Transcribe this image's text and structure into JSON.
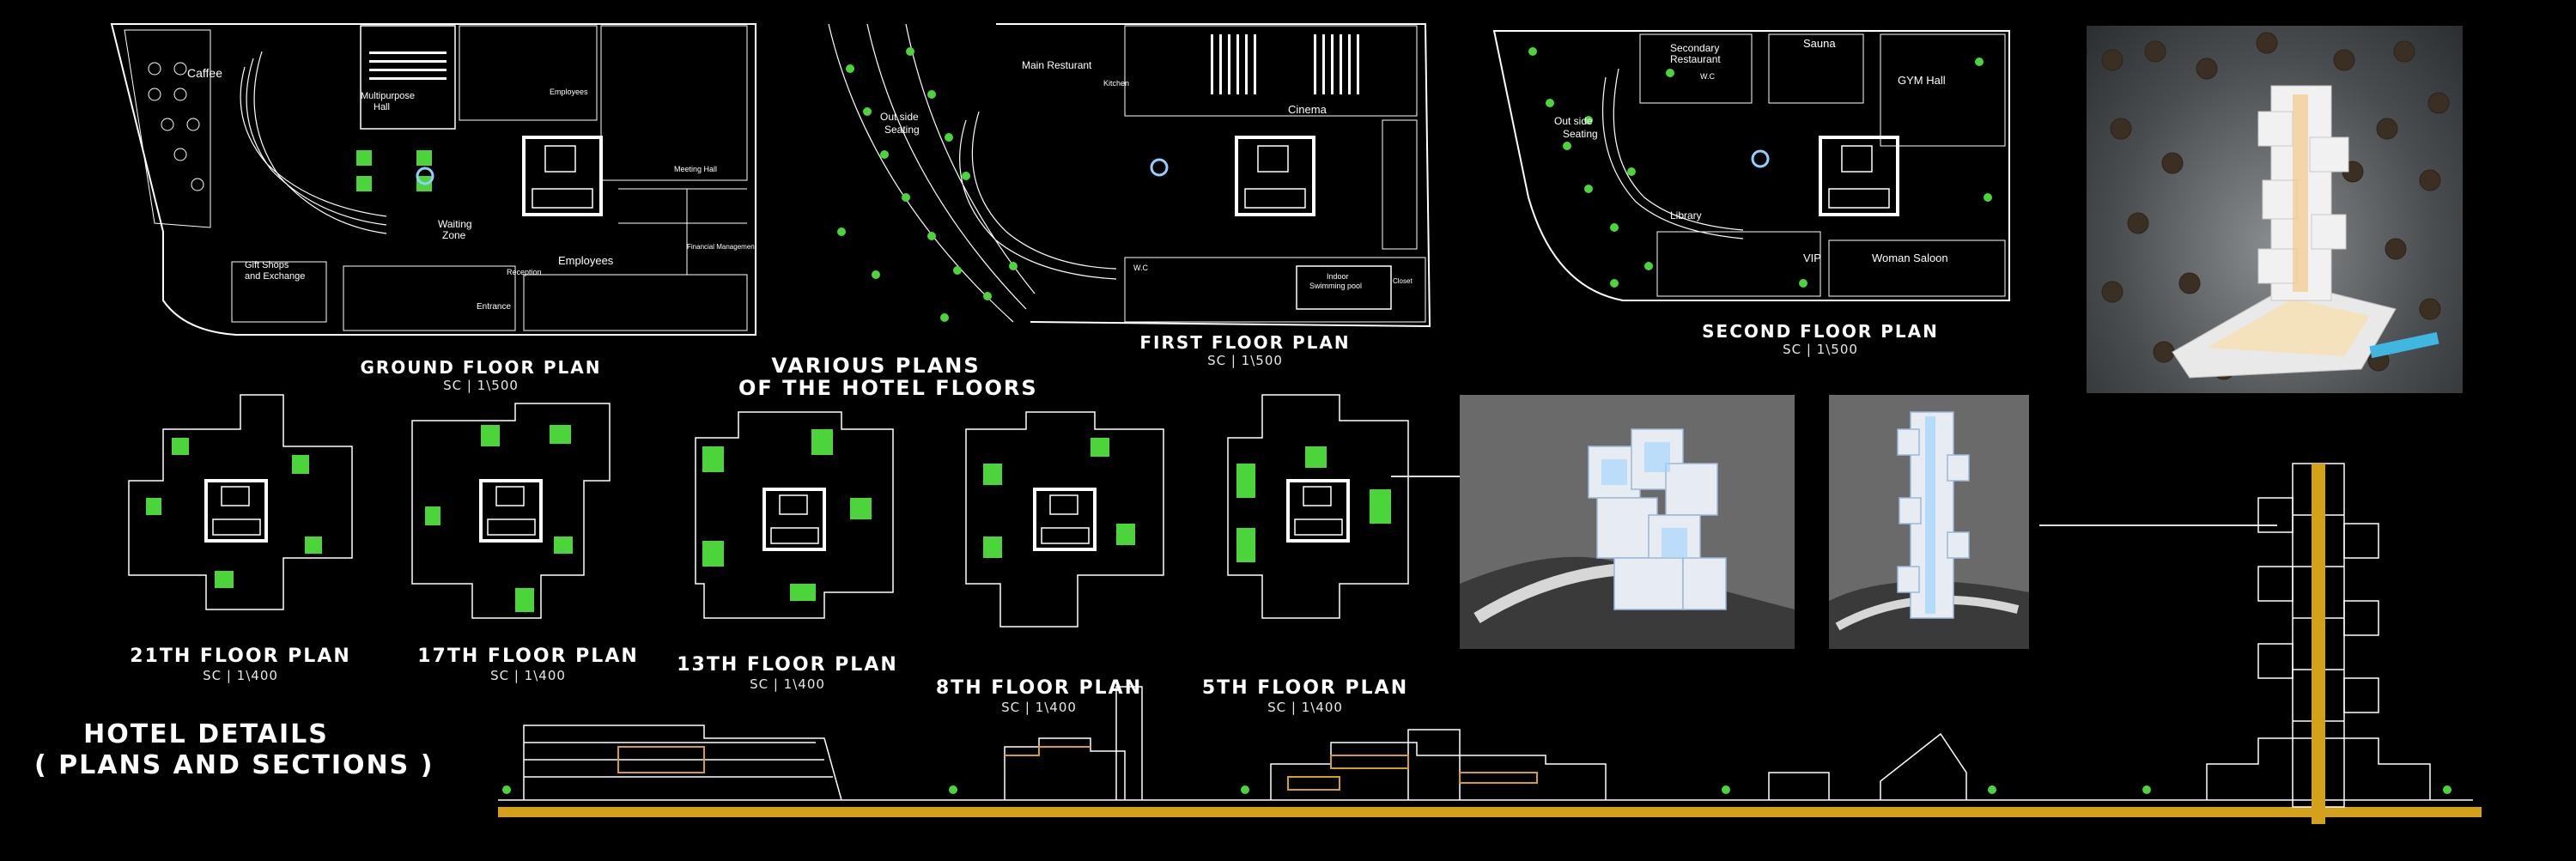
{
  "header": {
    "various_line1": "VARIOUS PLANS",
    "various_line2": "OF THE HOTEL FLOORS",
    "hotel_details_line1": "HOTEL DETAILS",
    "hotel_details_line2": "( PLANS AND SECTIONS )"
  },
  "plans": {
    "ground": {
      "title": "GROUND FLOOR PLAN",
      "scale": "SC | 1\\500"
    },
    "first": {
      "title": "FIRST FLOOR PLAN",
      "scale": "SC | 1\\500"
    },
    "second": {
      "title": "SECOND FLOOR PLAN",
      "scale": "SC | 1\\500"
    },
    "f21": {
      "title": "21TH FLOOR PLAN",
      "scale": "SC | 1\\400"
    },
    "f17": {
      "title": "17TH FLOOR PLAN",
      "scale": "SC | 1\\400"
    },
    "f13": {
      "title": "13TH FLOOR PLAN",
      "scale": "SC | 1\\400"
    },
    "f8": {
      "title": "8TH FLOOR PLAN",
      "scale": "SC | 1\\400"
    },
    "f5": {
      "title": "5TH FLOOR PLAN",
      "scale": "SC | 1\\400"
    }
  },
  "room_labels": {
    "ground": {
      "caffee": "Caffee",
      "multipurpose": "Multipurpose",
      "hall": "Hall",
      "waiting": "Waiting",
      "zone": "Zone",
      "gift": "Gift Shops",
      "exchange": "and Exchange",
      "employees": "Employees",
      "entrance": "Entrance",
      "reception": "Reception",
      "meeting": "Meeting Hall",
      "employees2": "Employees",
      "financial": "Financial Management"
    },
    "first": {
      "main_rest": "Main Resturant",
      "kitchen": "Kitchen",
      "cinema": "Cinema",
      "outside": "Out side",
      "seating": "Seating",
      "wc": "W.C",
      "indoor": "Indoor",
      "pool": "Swimming pool",
      "closet": "Closet"
    },
    "second": {
      "sauna": "Sauna",
      "secondary": "Secondary",
      "restaurant": "Restaurant",
      "gym": "GYM Hall",
      "outside": "Out side",
      "seating": "Seating",
      "library": "Library",
      "vip": "VIP",
      "woman": "Woman Saloon",
      "wc": "W.C"
    }
  },
  "colors": {
    "background": "#000000",
    "line": "#ffffff",
    "green": "#4bd53a",
    "gold": "#d4a21a",
    "render_bg": "#5a5a5a"
  }
}
